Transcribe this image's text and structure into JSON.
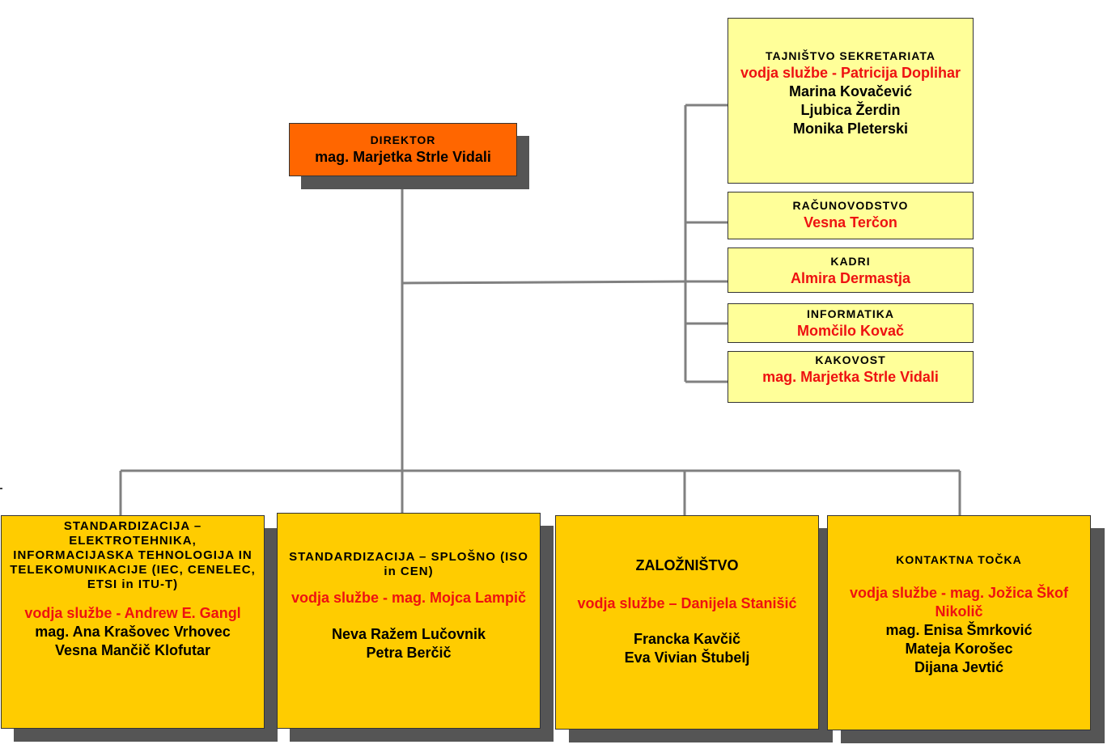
{
  "director": {
    "title": "DIREKTOR",
    "name": "mag. Marjetka Strle Vidali"
  },
  "services": [
    {
      "title": "TAJNIŠTVO SEKRETARIATA",
      "head": "vodja službe - Patricija Doplihar",
      "members": [
        "Marina Kovačević",
        "Ljubica Žerdin",
        "Monika Pleterski"
      ]
    },
    {
      "title": "RAČUNOVODSTVO",
      "head": "Vesna Terčon"
    },
    {
      "title": "KADRI",
      "head": "Almira Dermastja"
    },
    {
      "title": "INFORMATIKA",
      "head": "Momčilo Kovač"
    },
    {
      "title": "KAKOVOST",
      "head": "mag. Marjetka Strle Vidali"
    }
  ],
  "departments": [
    {
      "title_lines": [
        "STANDARDIZACIJA –",
        "ELEKTROTEHNIKA,",
        "INFORMACIJASKA TEHNOLOGIJA IN",
        "TELEKOMUNIKACIJE (IEC, CENELEC,",
        "ETSI in ITU-T)"
      ],
      "head": "vodja službe -  Andrew E. Gangl",
      "members": [
        "mag. Ana Krašovec Vrhovec",
        "Vesna Mančič Klofutar"
      ]
    },
    {
      "title_lines": [
        "STANDARDIZACIJA – SPLOŠNO (ISO",
        "in CEN)"
      ],
      "head": "vodja službe -  mag. Mojca Lampič",
      "members": [
        "Neva Ražem Lučovnik",
        "Petra Berčič"
      ]
    },
    {
      "title": "ZALOŽNIŠTVO",
      "head": "vodja službe – Danijela Stanišić",
      "members": [
        "Francka Kavčič",
        "Eva Vivian Štubelj"
      ]
    },
    {
      "title": "KONTAKTNA TOČKA",
      "head_lines": [
        "vodja službe - mag. Jožica Škof",
        "Nikolič"
      ],
      "members": [
        "mag. Enisa Šmrković",
        "Mateja Korošec",
        "Dijana Jevtić"
      ]
    }
  ],
  "colors": {
    "director_fill": "#ff6600",
    "service_fill": "#ffff99",
    "department_fill": "#ffcc00",
    "head_text": "#ee1111",
    "connector": "#808080",
    "shadow": "#555555"
  }
}
